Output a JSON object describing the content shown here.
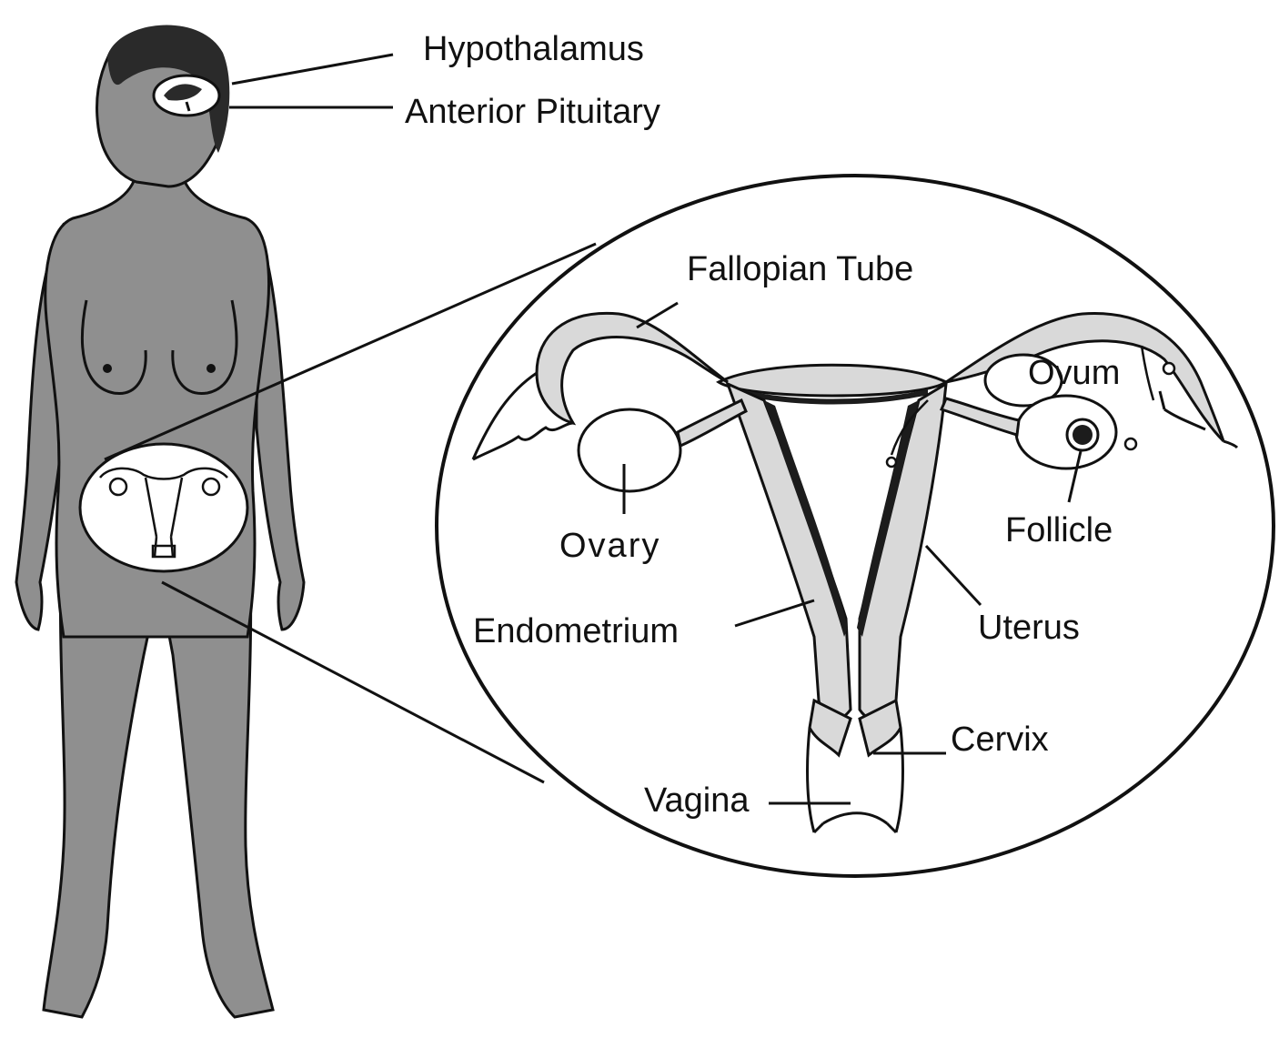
{
  "colors": {
    "body_fill": "#8f8f8f",
    "hair_fill": "#2a2a2a",
    "tissue_fill": "#d9d9d9",
    "lining_fill": "#1c1c1c",
    "line": "#111111",
    "background": "#ffffff"
  },
  "labels": {
    "hypothalamus": "Hypothalamus",
    "anterior_pituitary": "Anterior Pituitary",
    "fallopian_tube": "Fallopian Tube",
    "ovum": "Ovum",
    "ovary": "Ovary",
    "follicle": "Follicle",
    "endometrium": "Endometrium",
    "uterus": "Uterus",
    "cervix": "Cervix",
    "vagina": "Vagina"
  }
}
